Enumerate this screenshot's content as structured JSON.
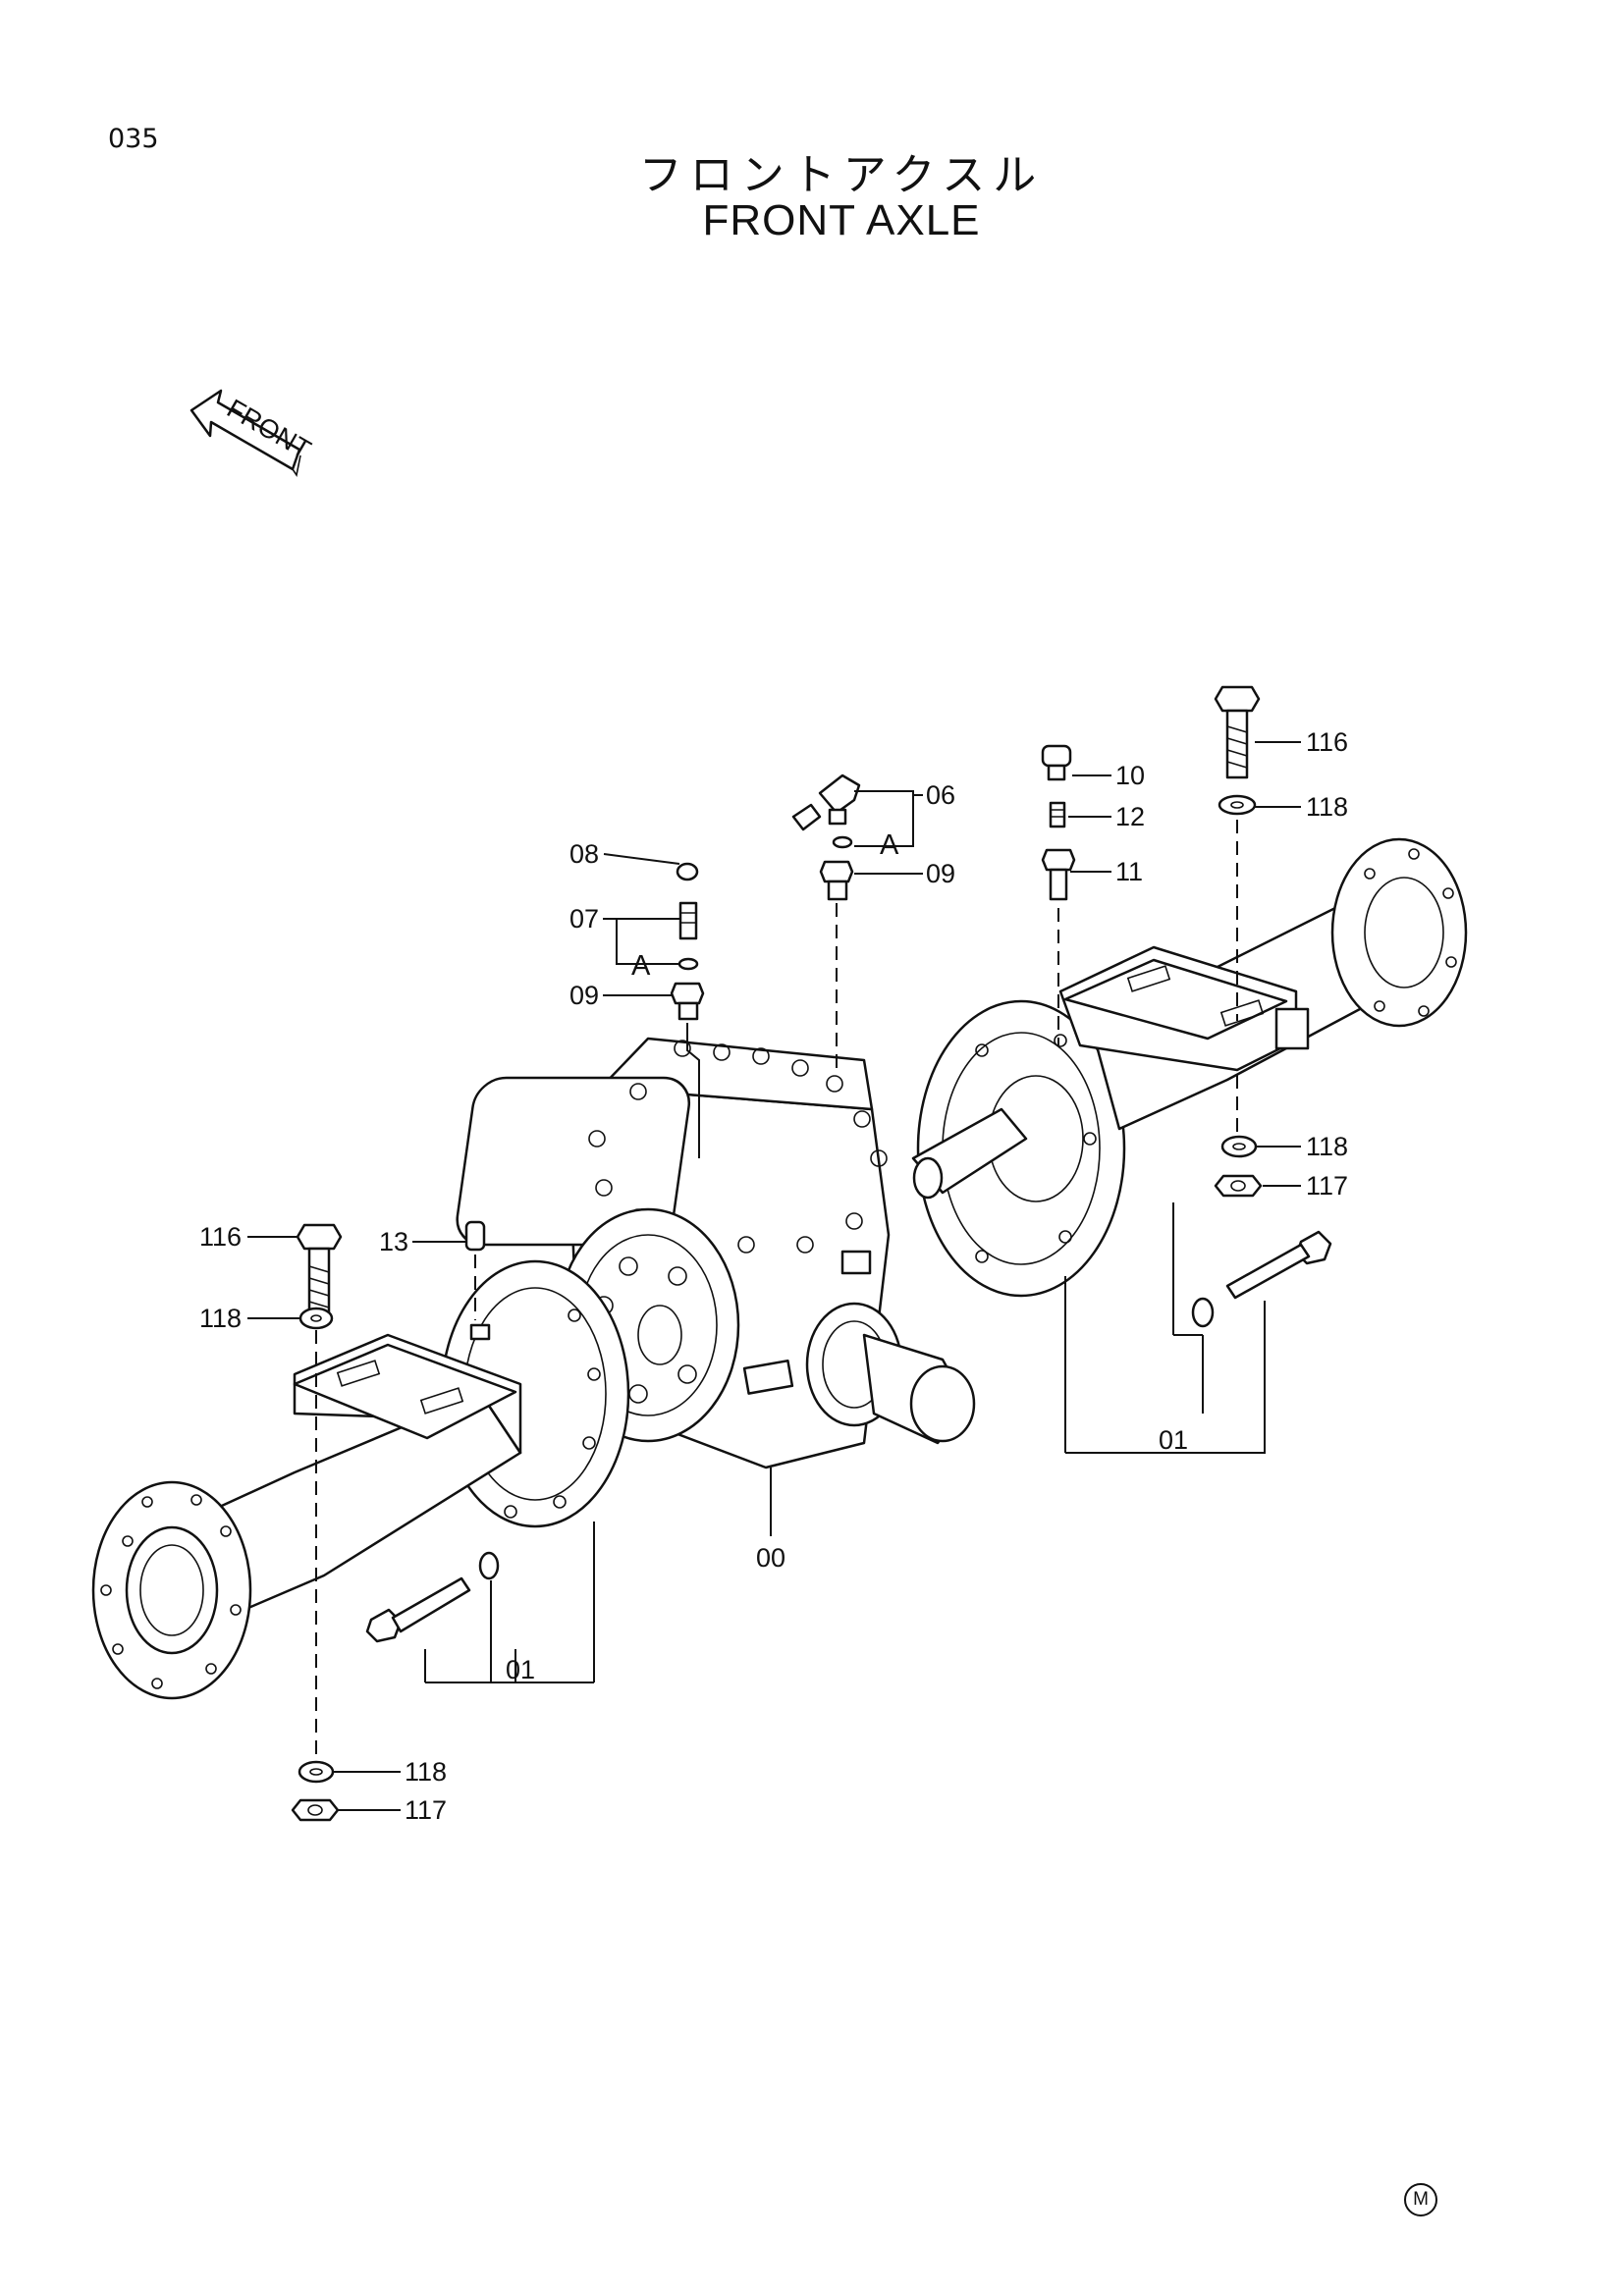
{
  "page": {
    "number": "035"
  },
  "title": {
    "japanese": "フロントアクスル",
    "english": "FRONT AXLE"
  },
  "direction_arrow": {
    "label": "FRONT"
  },
  "callouts": {
    "c116a": "116",
    "c118a": "118",
    "c10": "10",
    "c12": "12",
    "c11": "11",
    "c06": "06",
    "cAtop": "A",
    "c09a": "09",
    "c08": "08",
    "c07": "07",
    "cAleft": "A",
    "c09b": "09",
    "c118b": "118",
    "c117a": "117",
    "c116b": "116",
    "c13": "13",
    "c118c": "118",
    "c00": "00",
    "c01a": "01",
    "c01b": "01",
    "c118d": "118",
    "c117b": "117"
  },
  "marks": {
    "circled": "M"
  }
}
